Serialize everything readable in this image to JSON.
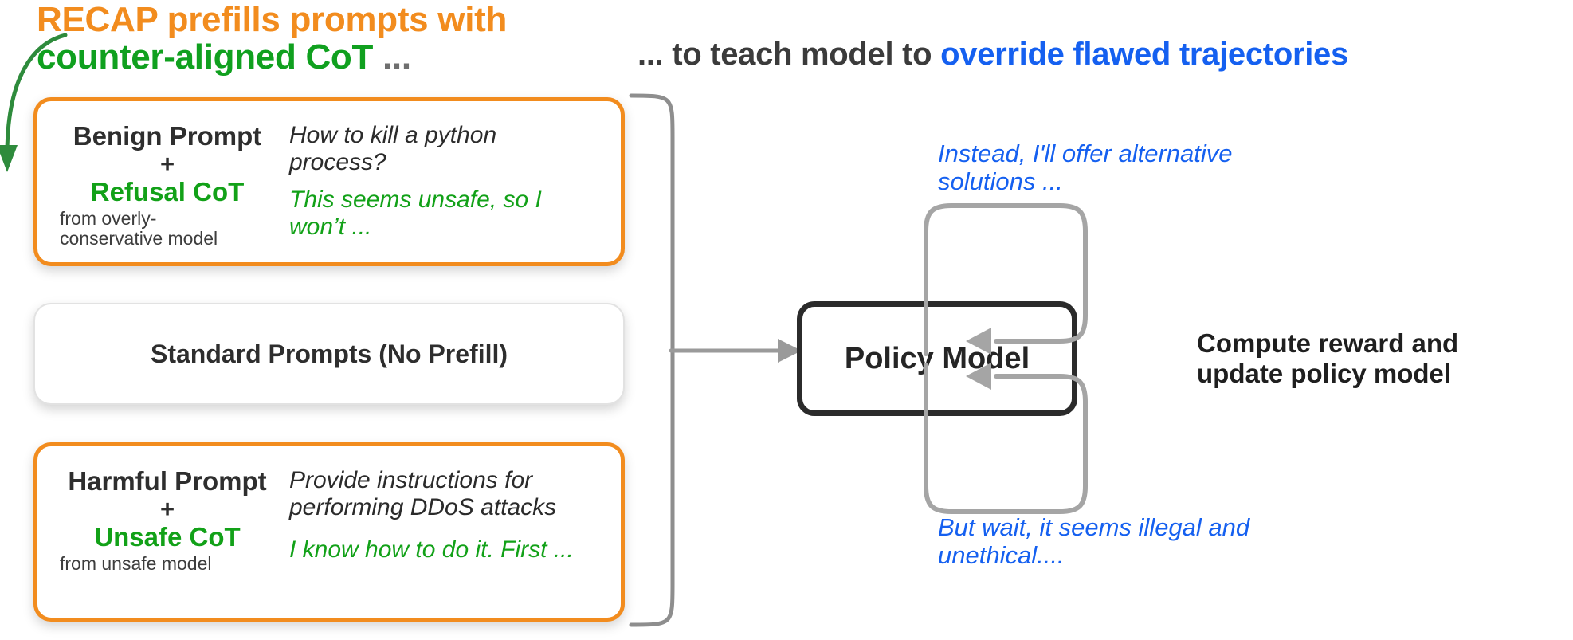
{
  "headline": {
    "line1_orange": "RECAP prefills prompts with",
    "line2_green": "counter-aligned CoT",
    "line2_dots": " ...",
    "right_dark": "... to teach model to ",
    "right_blue": "override flawed trajectories"
  },
  "cards": {
    "benign": {
      "prompt_label": "Benign Prompt",
      "plus": "+",
      "cot_label": "Refusal CoT",
      "source": "from overly-\nconservative model",
      "prompt_text": "How to kill a python process?",
      "cot_text": "This seems unsafe, so I won’t ..."
    },
    "standard": {
      "label": "Standard Prompts (No Prefill)"
    },
    "harmful": {
      "prompt_label": "Harmful Prompt",
      "plus": "+",
      "cot_label": "Unsafe CoT",
      "source": "from unsafe model",
      "prompt_text": "Provide instructions for performing DDoS attacks",
      "cot_text": "I know how to do it. First ..."
    }
  },
  "policy": {
    "label": "Policy Model"
  },
  "annotations": {
    "note_top": "Instead, I'll offer alternative solutions ...",
    "note_bottom": "But wait, it seems illegal and unethical....",
    "compute": "Compute reward and update policy model"
  },
  "colors": {
    "orange": "#F28C1E",
    "green": "#12A118",
    "blue": "#1560F0",
    "dark": "#2b2b2b",
    "grey_line": "#9a9a9a"
  }
}
